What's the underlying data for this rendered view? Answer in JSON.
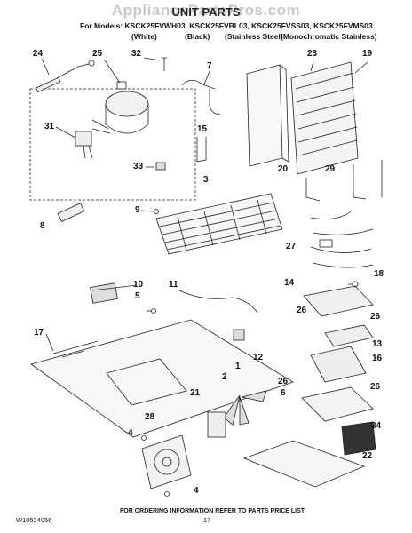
{
  "header": {
    "watermark": "AppliancePartsPros.com",
    "title": "UNIT PARTS",
    "models_line": "For Models: KSCK25FVWH03, KSCK25FVBL03, KSCK25FVSS03, KSCK25FVMS03",
    "variants": [
      "(White)",
      "(Black)",
      "(Stainless Steel)",
      "(Monochromatic Stainless)"
    ]
  },
  "callouts": [
    "24",
    "25",
    "32",
    "7",
    "23",
    "19",
    "31",
    "15",
    "33",
    "20",
    "29",
    "3",
    "9",
    "8",
    "27",
    "10",
    "11",
    "14",
    "18",
    "5",
    "26",
    "26",
    "13",
    "17",
    "12",
    "16",
    "1",
    "26",
    "26",
    "6",
    "2",
    "21",
    "34",
    "28",
    "22",
    "4",
    "4"
  ],
  "footer": {
    "doc_number": "W10524056",
    "page_number": "17",
    "ordering_info": "FOR ORDERING INFORMATION REFER TO PARTS PRICE LIST"
  }
}
